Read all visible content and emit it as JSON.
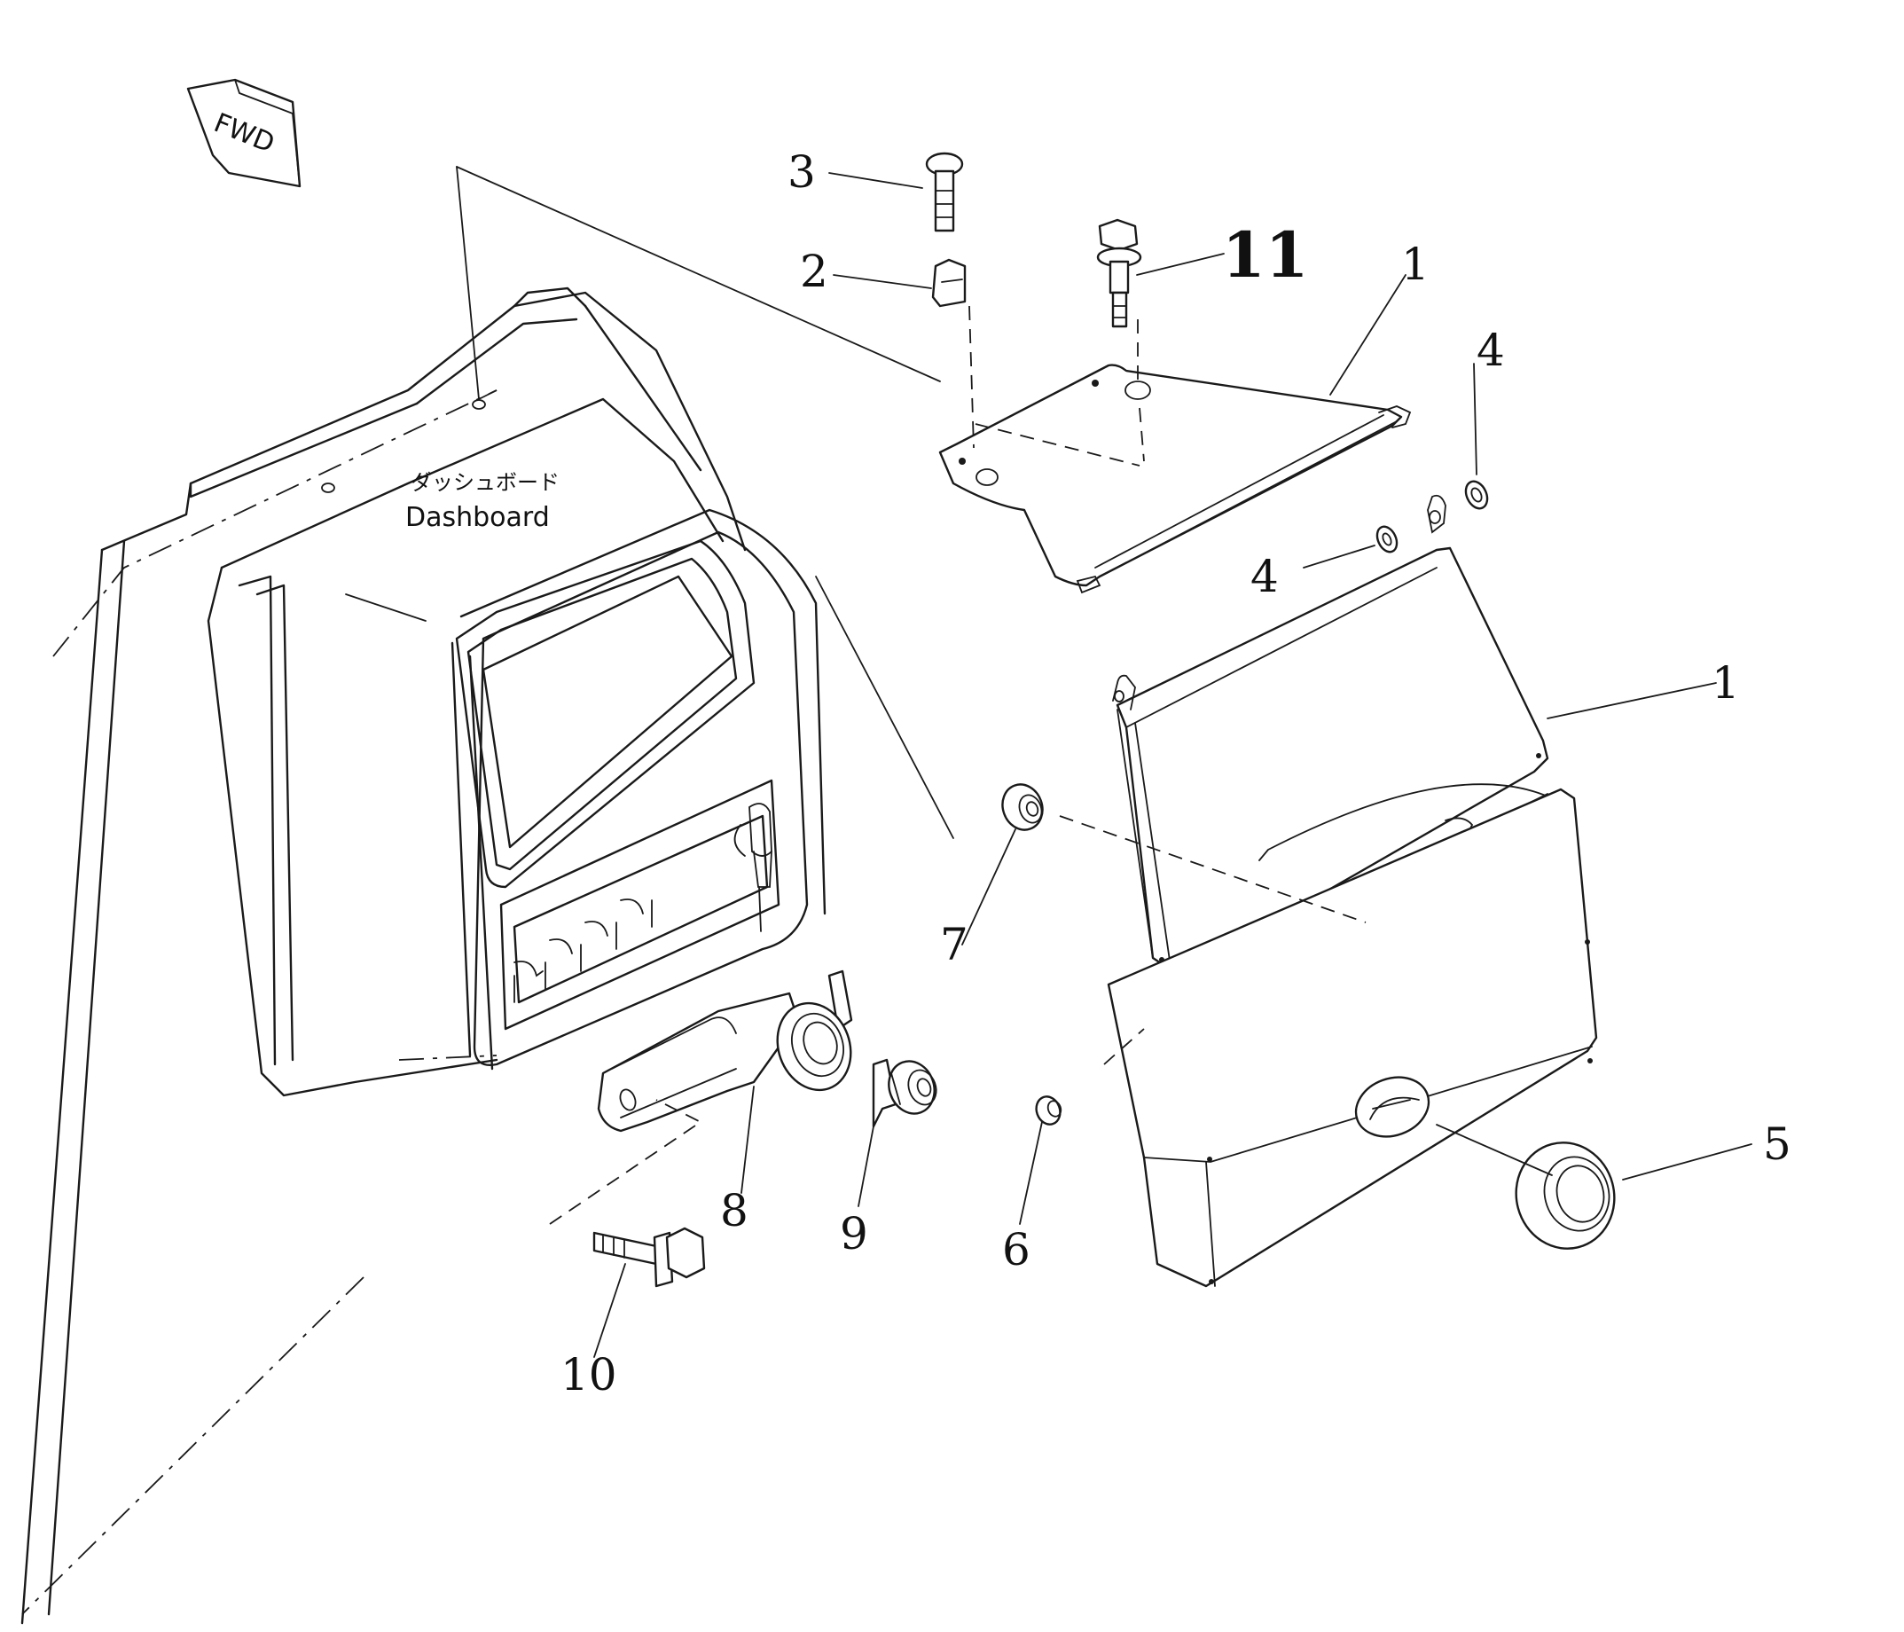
{
  "fwd_marker": "FWD",
  "dashboard_label_ja": "ダッシュボード",
  "dashboard_label_en": "Dashboard",
  "callouts": {
    "c1a": "1",
    "c1b": "1",
    "c2": "2",
    "c3": "3",
    "c4a": "4",
    "c4b": "4",
    "c5": "5",
    "c6": "6",
    "c7": "7",
    "c8": "8",
    "c9": "9",
    "c10": "10",
    "c11": "11"
  }
}
